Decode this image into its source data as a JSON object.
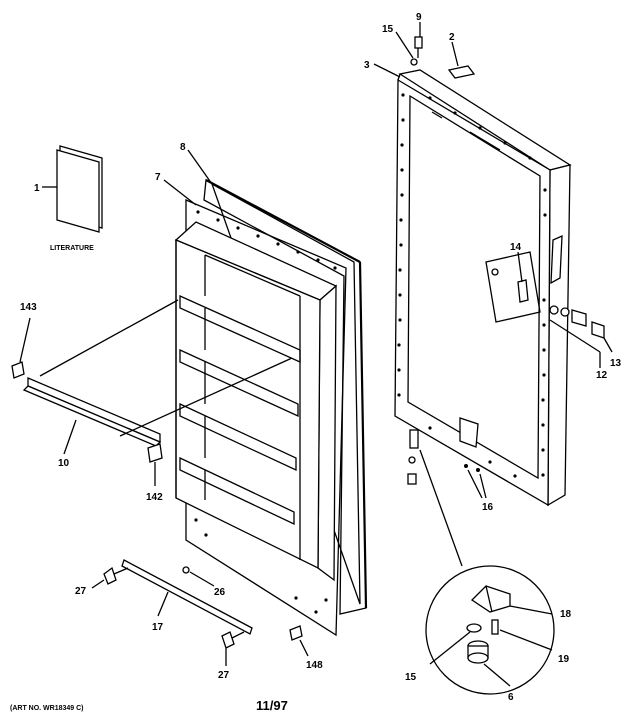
{
  "labels": {
    "l1": "1",
    "l2": "2",
    "l3": "3",
    "l6": "6",
    "l7": "7",
    "l8": "8",
    "l9": "9",
    "l10": "10",
    "l12": "12",
    "l13": "13",
    "l14": "14",
    "l15a": "15",
    "l15b": "15",
    "l16": "16",
    "l17": "17",
    "l18": "18",
    "l19": "19",
    "l26": "26",
    "l27a": "27",
    "l27b": "27",
    "l142": "142",
    "l143": "143",
    "l148": "148"
  },
  "literature": "LITERATURE",
  "art_no": "(ART NO. WR18349 C)",
  "date": "11/97"
}
